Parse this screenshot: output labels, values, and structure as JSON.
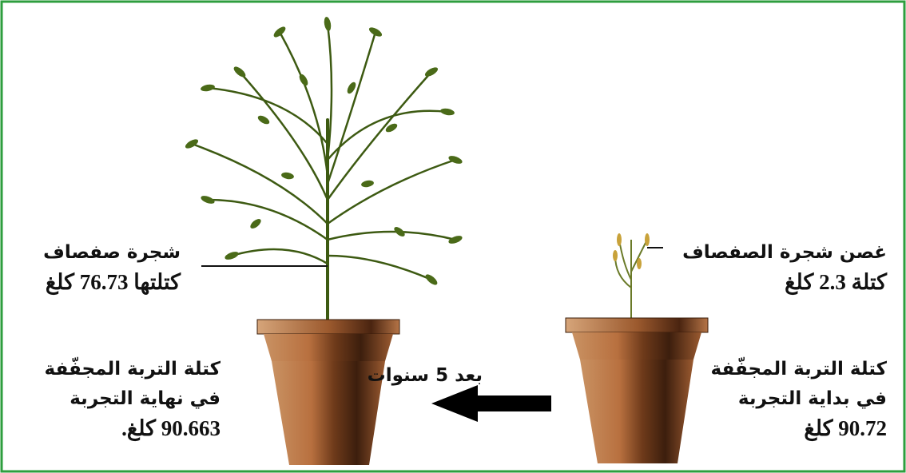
{
  "small_tree": {
    "line1": "غصن شجرة الصفصاف",
    "line2": "كتلة 2.3 كلغ"
  },
  "big_tree": {
    "line1": "شجرة صفصاف",
    "line2": "كتلتها 76.73 كلغ"
  },
  "start_soil": {
    "line1": "كتلة التربة المجفّفة",
    "line2": "في بداية التجربة",
    "line3": "90.72 كلغ"
  },
  "end_soil": {
    "line1": "كتلة التربة المجفّفة",
    "line2": "في نهاية التجربة",
    "line3": "90.663 كلغ."
  },
  "arrow": {
    "label": "بعد 5 سنوات"
  },
  "colors": {
    "frame": "#2e9e3e",
    "pot_light": "#c98a55",
    "pot_dark": "#5a2e14",
    "foliage": "#4a6a18"
  }
}
